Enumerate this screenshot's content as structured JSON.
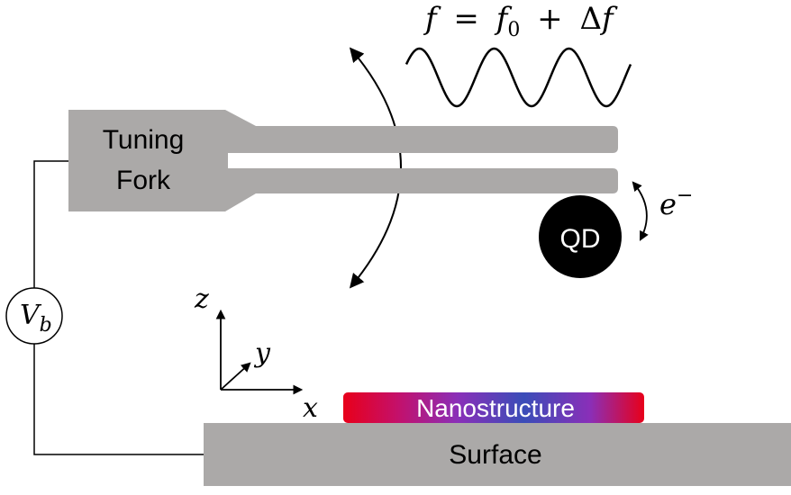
{
  "title": {
    "f": "f",
    "eq": "=",
    "f0_base": "f",
    "f0_sub": "0",
    "plus": "+",
    "delta": "Δ",
    "f_end": "f"
  },
  "tuning_fork": {
    "label_line1": "Tuning",
    "label_line2": "Fork"
  },
  "qd": {
    "label": "QD"
  },
  "electron": {
    "base": "e",
    "sup": "−"
  },
  "voltage": {
    "base": "V",
    "sub": "b"
  },
  "axes": {
    "z": "z",
    "y": "y",
    "x": "x"
  },
  "nanostructure": {
    "label": "Nanostructure"
  },
  "surface": {
    "label": "Surface"
  },
  "colors": {
    "gray": "#aba9a8",
    "black": "#000000",
    "white": "#ffffff",
    "nano_red": "#e8001a",
    "nano_purple": "#8a2fb8",
    "nano_blue": "#3a4db8"
  }
}
